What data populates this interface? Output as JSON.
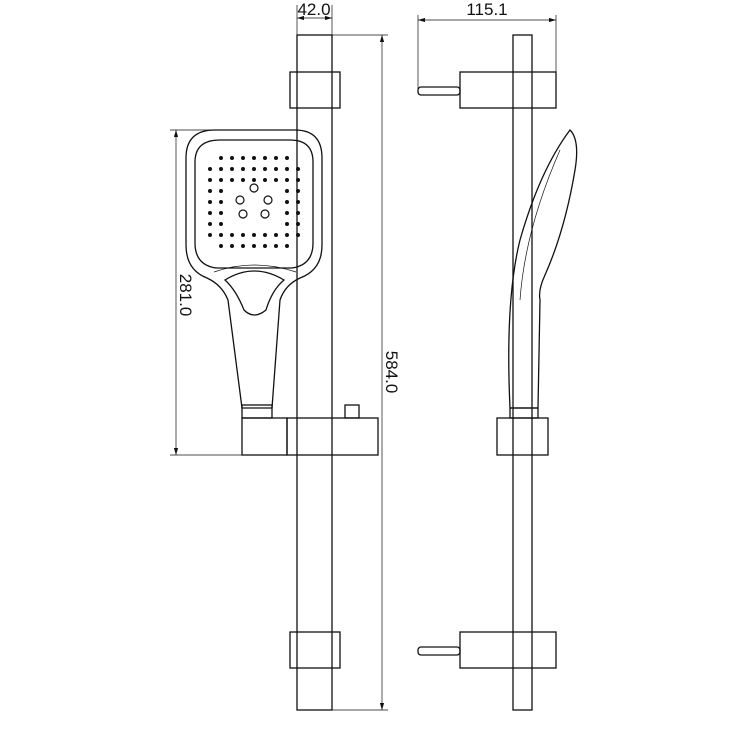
{
  "dimensions": {
    "rail_width": "42.0",
    "projection": "115.1",
    "hand_shower_length": "281.0",
    "rail_length": "584.0"
  },
  "colors": {
    "line": "#111111",
    "background": "#ffffff"
  }
}
